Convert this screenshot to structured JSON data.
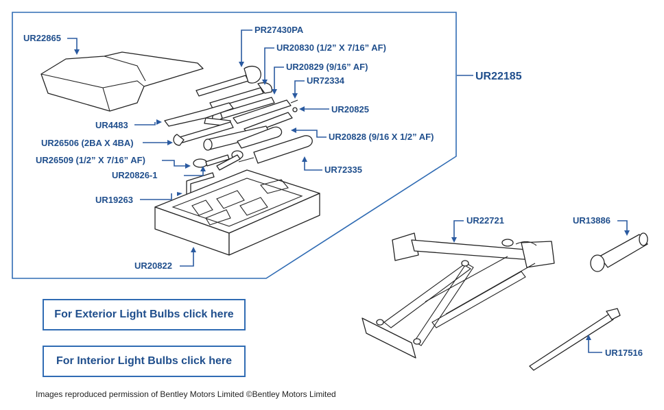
{
  "labels": {
    "ur22865": "UR22865",
    "pr27430pa": "PR27430PA",
    "ur20830": "UR20830 (1/2” X 7/16” AF)",
    "ur20829": "UR20829 (9/16” AF)",
    "ur72334": "UR72334",
    "ur20825": "UR20825",
    "ur4483": "UR4483",
    "ur26506": "UR26506 (2BA X 4BA)",
    "ur20828": "UR20828 (9/16 X 1/2” AF)",
    "ur26509": "UR26509 (1/2” X 7/16” AF)",
    "ur72335": "UR72335",
    "ur20826_1": "UR20826-1",
    "ur19263": "UR19263",
    "ur20822": "UR20822",
    "ur22185": "UR22185",
    "ur22721": "UR22721",
    "ur13886": "UR13886",
    "ur17516": "UR17516"
  },
  "links": {
    "exterior": "For Exterior Light Bulbs click here",
    "interior": "For Interior Light Bulbs click here"
  },
  "footer": {
    "copyright": "Images reproduced permission of Bentley Motors Limited ©Bentley Motors Limited"
  },
  "colors": {
    "accent": "#1f4e8c",
    "border": "#2f6bb3"
  }
}
